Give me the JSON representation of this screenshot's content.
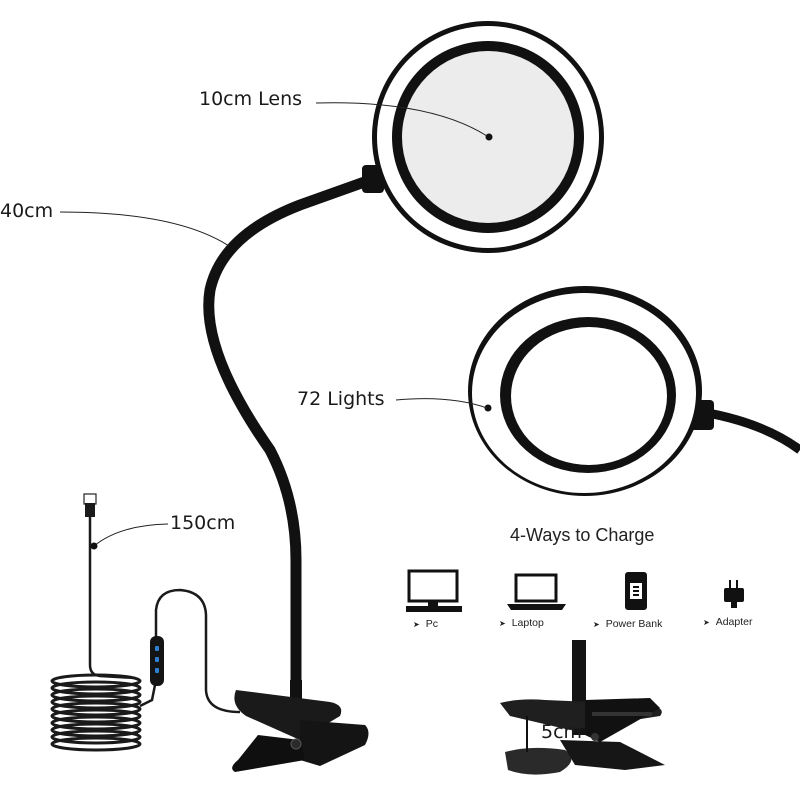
{
  "callouts": {
    "lens": "10cm Lens",
    "neck": "40cm",
    "lights": "72 Lights",
    "cable": "150cm",
    "clamp": "5cm"
  },
  "charging": {
    "title": "4-Ways to Charge",
    "options": [
      {
        "label": "Pc",
        "icon": "desktop-monitor-icon"
      },
      {
        "label": "Laptop",
        "icon": "laptop-icon"
      },
      {
        "label": "Power Bank",
        "icon": "power-bank-icon"
      },
      {
        "label": "Adapter",
        "icon": "wall-adapter-icon"
      }
    ]
  },
  "colors": {
    "body": "#111111",
    "lens_glass": "#ececec",
    "light_ring": "#ffffff"
  }
}
